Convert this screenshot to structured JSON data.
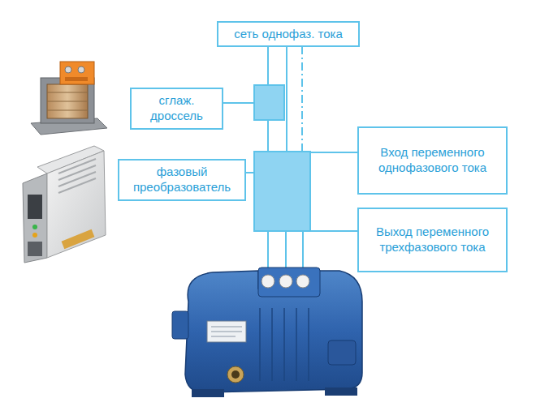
{
  "diagram": {
    "nodes": [
      {
        "text": [
          "сеть однофаз. тока"
        ]
      },
      {
        "text": [
          "сглаж. дроссель"
        ]
      },
      {
        "text": [
          "фазовый преобразователь"
        ]
      },
      {
        "text": [
          "Вход переменного однофазового тока"
        ]
      },
      {
        "text": [
          "Выход переменного трехфазового тока"
        ]
      }
    ]
  }
}
